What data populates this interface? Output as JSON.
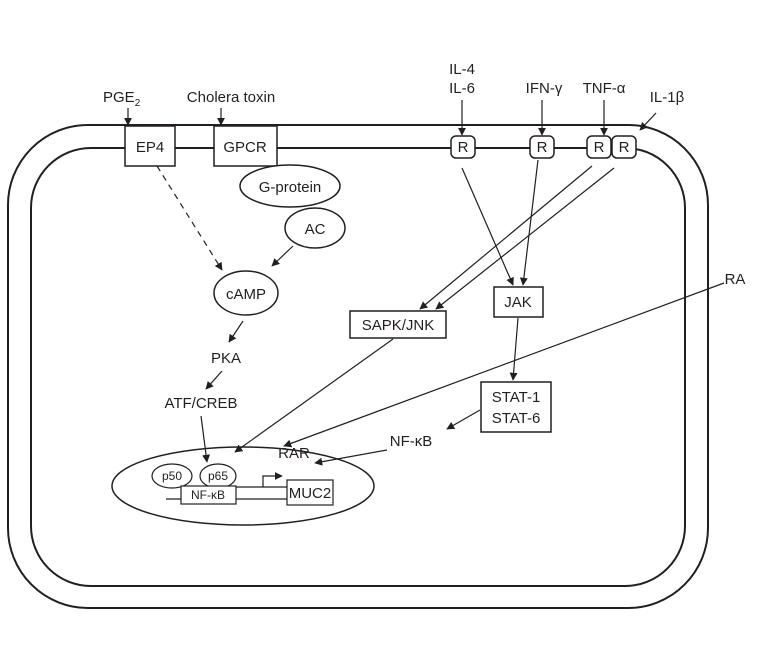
{
  "membrane_labels": {
    "ep4": "EP4",
    "gpcr": "GPCR",
    "g_protein": "G-protein",
    "ac": "AC",
    "receptor": "R"
  },
  "ligands": {
    "pge": "PGE",
    "pge_sub": "2",
    "cholera_toxin": "Cholera toxin",
    "il4": "IL-4",
    "il6": "IL-6",
    "ifn_gamma": "IFN-γ",
    "tnf_alpha": "TNF-α",
    "il1_beta": "IL-1β",
    "ra": "RA"
  },
  "cytoplasm": {
    "camp": "cAMP",
    "pka": "PKA",
    "atf_creb": "ATF/CREB",
    "sapk_jnk": "SAPK/JNK",
    "jak": "JAK",
    "stat1": "STAT-1",
    "stat6": "STAT-6",
    "nfkb": "NF-κB"
  },
  "nucleus": {
    "rar": "RAR",
    "p50": "p50",
    "p65": "p65",
    "nfkb_site": "NF-κB",
    "muc2": "MUC2"
  }
}
